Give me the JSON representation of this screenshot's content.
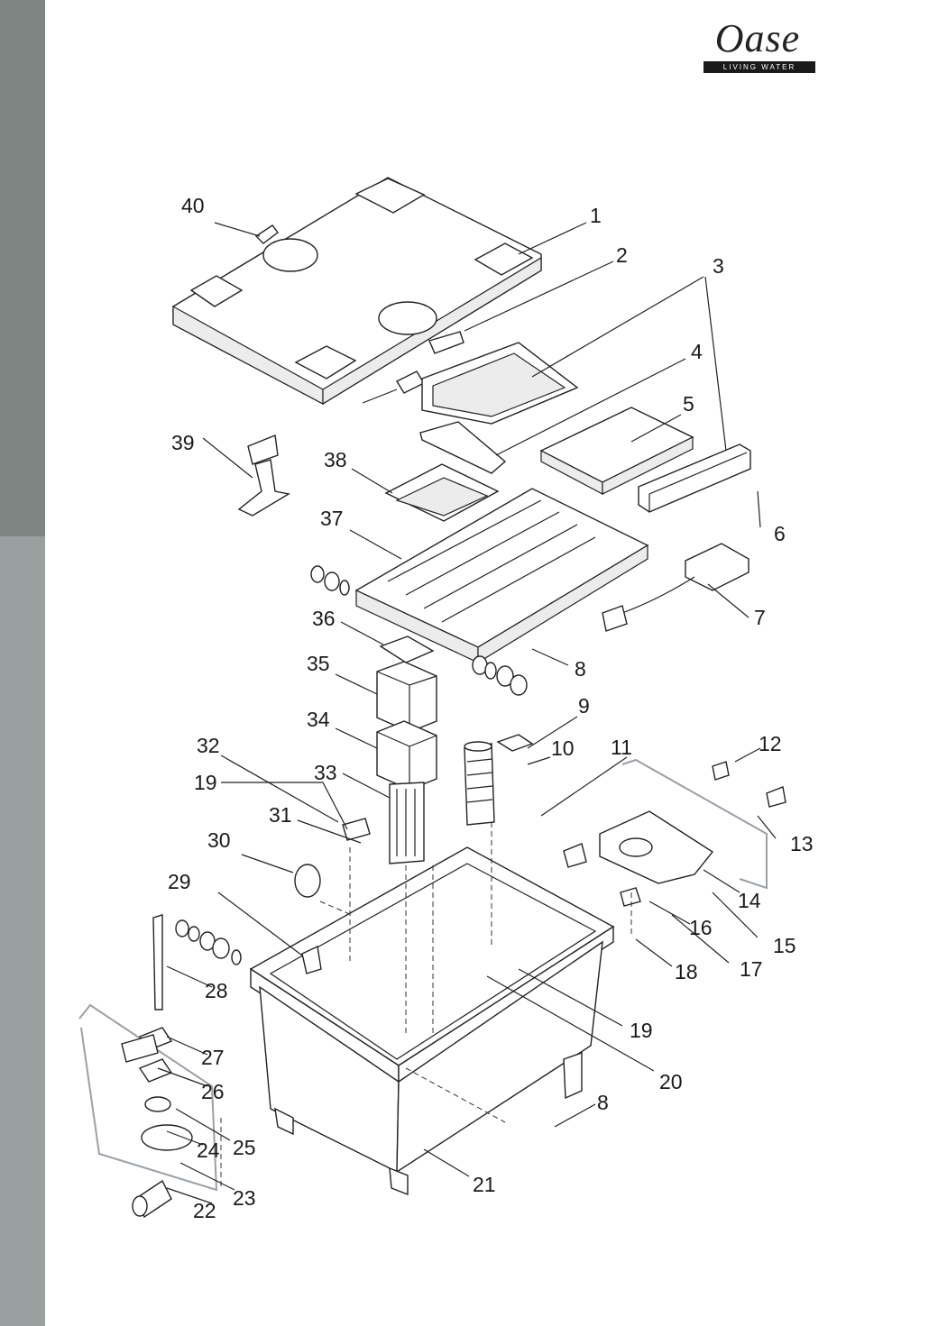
{
  "brand": {
    "name": "Oase",
    "tagline": "LIVING WATER"
  },
  "sidebar": {
    "top_color": "#7e8683",
    "bottom_color": "#9a9fa0"
  },
  "callouts": [
    "1",
    "2",
    "3",
    "4",
    "5",
    "6",
    "7",
    "8",
    "9",
    "10",
    "11",
    "12",
    "13",
    "14",
    "15",
    "16",
    "17",
    "18",
    "19",
    "20",
    "21",
    "22",
    "23",
    "24",
    "25",
    "26",
    "27",
    "28",
    "29",
    "30",
    "31",
    "32",
    "33",
    "34",
    "35",
    "36",
    "37",
    "38",
    "39",
    "40"
  ]
}
